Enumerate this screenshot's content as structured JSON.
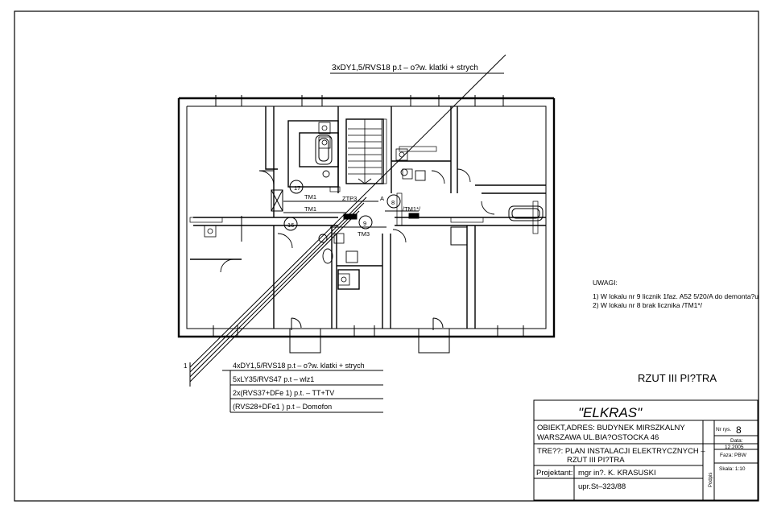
{
  "top_cable": "3xDY1,5/RVS18 p.t  – o?w. klatki + strych",
  "notes": {
    "title": "UWAGI:",
    "line1": "1) W lokalu nr 9 licznik 1faz. A52 5/20/A do demonta?u",
    "line2": "2) W lokalu nr 8 brak licznika /TM1*/"
  },
  "cables": {
    "index": "1",
    "c1": "4xDY1,5/RVS18 p.t  – o?w. klatki + strych",
    "c2": "5xLY35/RVS47 p.t  – wlz1",
    "c3": "2x(RVS37+DFe 1) p.t.  – TT+TV",
    "c4": "(RVS28+DFe1 ) p.t – Domofon"
  },
  "plan_labels": {
    "unit17": "17",
    "unit16": "16",
    "unit9": "9",
    "unit8": "8",
    "tm1_a": "TM1",
    "tm1_b": "TM1",
    "ztp3": "ZTP3",
    "tm3": "TM3",
    "phase_a": "A",
    "tm1_star": "/TM1*/"
  },
  "sheet_title": "RZUT III PI?TRA",
  "titleblock": {
    "company": "\"ELKRAS\"",
    "object_line1": "OBIEKT,ADRES:  BUDYNEK MIRSZKALNY",
    "object_line2": "WARSZAWA UL.BIA?OSTOCKA 46",
    "content_line1": "TRE??:  PLAN INSTALACJI ELEKTRYCZNYCH  –",
    "content_line2": "RZUT III PI?TRA",
    "designer_label": "Projektant:",
    "designer_name": "mgr in?. K. KRASUSKI",
    "license": "upr.St–323/88",
    "signature_label": "Podpis",
    "drawing_no_label": "Nr rys.",
    "drawing_no": "8",
    "date_label": "Data:",
    "date": "12.2005",
    "phase_label": "Faza: PBW",
    "scale_label": "Skala: 1:10"
  }
}
